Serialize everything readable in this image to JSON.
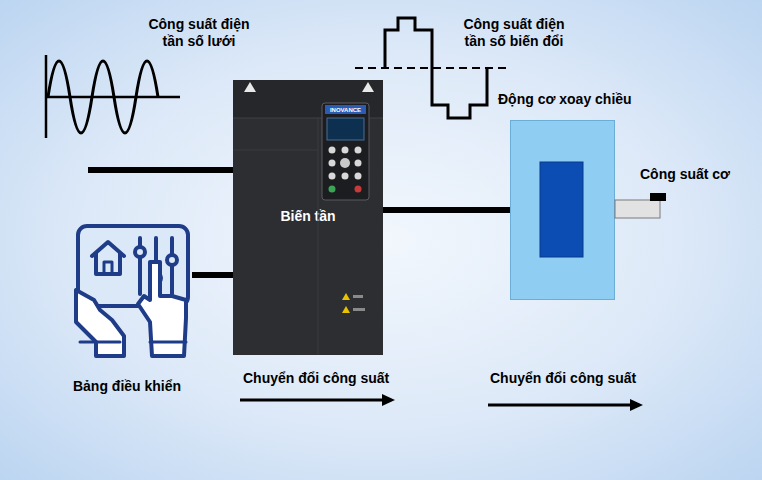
{
  "diagram": {
    "nodes": [
      {
        "text": [
          "Biến tần"
        ]
      },
      {
        "text": [
          "Động cơ xoay chiều"
        ]
      },
      {
        "text": [
          "Bảng điều khiển"
        ]
      }
    ],
    "edges": [
      {
        "from": 0,
        "to": 1,
        "arrow": "none"
      },
      {
        "from": 2,
        "to": 0,
        "arrow": "none"
      }
    ],
    "labels": [
      "Công suất điện tần số lưới",
      "Công suất điện tần số biến đổi",
      "Công suất cơ",
      "Chuyển đổi công suất",
      "Chuyển đổi công suất",
      "INOVANCE"
    ]
  }
}
